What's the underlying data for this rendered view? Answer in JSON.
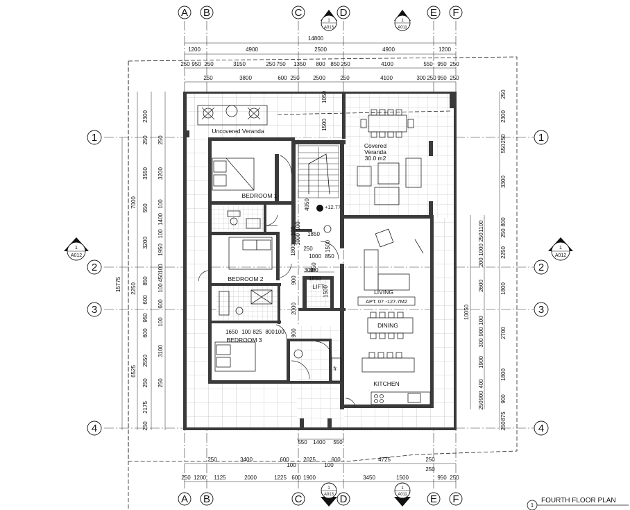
{
  "title": "FOURTH FLOOR PLAN",
  "title_marker": "1",
  "grid": {
    "columns": [
      "A",
      "B",
      "C",
      "D",
      "E",
      "F"
    ],
    "rows": [
      "1",
      "2",
      "3",
      "4"
    ]
  },
  "section_markers": [
    {
      "num": "1",
      "ref": "A013"
    },
    {
      "num": "1",
      "ref": "A011"
    },
    {
      "num": "1",
      "ref": "A012"
    },
    {
      "num": "1",
      "ref": "A012"
    },
    {
      "num": "1",
      "ref": "A013"
    },
    {
      "num": "1",
      "ref": "A011"
    }
  ],
  "rooms": {
    "uncovered_veranda": "Uncovered Veranda",
    "covered_veranda": "Covered",
    "covered_veranda_2": "Veranda",
    "covered_area": "30.0 m2",
    "bedroom1": "BEDROOM 1",
    "bedroom2": "BEDROOM 2",
    "bedroom3": "BEDROOM 3",
    "living": "LIVING",
    "dining": "DINING",
    "kitchen": "KITCHEN",
    "lift": "LIFT",
    "apartment": "APT. 07 -127.7M2",
    "level": "+12.77",
    "fridge": "fr"
  },
  "dims_top": {
    "overall": "14800",
    "row1": [
      "1200",
      "4900",
      "2500",
      "4900",
      "1200"
    ],
    "row2": [
      "250",
      "950",
      "250",
      "3150",
      "250",
      "750",
      "1350",
      "800",
      "850",
      "250",
      "4100",
      "550",
      "950",
      "250"
    ],
    "row3": [
      "250",
      "3800",
      "600",
      "250",
      "2500",
      "250",
      "4100",
      "300",
      "250",
      "950",
      "250"
    ]
  },
  "dims_bottom": {
    "row1": [
      "250",
      "3400",
      "600",
      "100",
      "2025",
      "600",
      "100",
      "4725",
      "250",
      "250"
    ],
    "row2": [
      "250",
      "1200",
      "1125",
      "2000",
      "1225",
      "600",
      "1900",
      "3450",
      "1500",
      "950",
      "250"
    ],
    "stair": [
      "550",
      "1400",
      "550"
    ]
  },
  "dims_left": {
    "overall": "15775",
    "a": [
      "7000",
      "2250",
      "6525"
    ],
    "b": [
      "2300",
      "250",
      "3550",
      "550",
      "3200",
      "850",
      "600",
      "950",
      "600",
      "2550",
      "250",
      "2175",
      "250"
    ],
    "c": [
      "250",
      "3200",
      "100",
      "1400",
      "100",
      "1950",
      "100",
      "450",
      "100",
      "600",
      "100",
      "3100",
      "250"
    ]
  },
  "dims_right": {
    "overall": "10050",
    "a": [
      "250",
      "2300",
      "250",
      "550",
      "3300",
      "800",
      "250",
      "2250",
      "1800",
      "2700",
      "1800",
      "900",
      "875",
      "250"
    ],
    "b": [
      "1100",
      "250",
      "1000",
      "200",
      "2600",
      "100",
      "900",
      "300",
      "1900",
      "400",
      "900",
      "250"
    ]
  },
  "dims_interior": [
    "1050",
    "1500",
    "4950",
    "1800",
    "100",
    "1000",
    "100",
    "1000",
    "850",
    "250",
    "1850",
    "1500",
    "300",
    "1850",
    "1500",
    "900",
    "2000",
    "900",
    "1650",
    "100",
    "825",
    "800",
    "100",
    "300",
    "350"
  ]
}
